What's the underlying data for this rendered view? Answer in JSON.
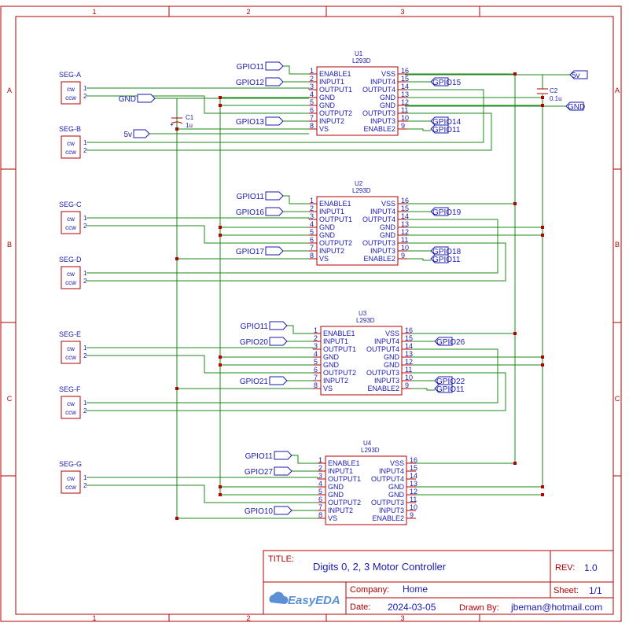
{
  "frame": {
    "col_labels": [
      "1",
      "2",
      "3"
    ],
    "row_labels": [
      "A",
      "B",
      "C"
    ]
  },
  "segments": [
    {
      "title": "SEG-A",
      "cw": "cw",
      "ccw": "ccw",
      "pin1": "1",
      "pin2": "2"
    },
    {
      "title": "SEG-B",
      "cw": "cw",
      "ccw": "ccw",
      "pin1": "1",
      "pin2": "2"
    },
    {
      "title": "SEG-C",
      "cw": "cw",
      "ccw": "ccw",
      "pin1": "1",
      "pin2": "2"
    },
    {
      "title": "SEG-D",
      "cw": "cw",
      "ccw": "ccw",
      "pin1": "1",
      "pin2": "2"
    },
    {
      "title": "SEG-E",
      "cw": "cw",
      "ccw": "ccw",
      "pin1": "1",
      "pin2": "2"
    },
    {
      "title": "SEG-F",
      "cw": "cw",
      "ccw": "ccw",
      "pin1": "1",
      "pin2": "2"
    },
    {
      "title": "SEG-G",
      "cw": "cw",
      "ccw": "ccw",
      "pin1": "1",
      "pin2": "2"
    }
  ],
  "chips": [
    {
      "ref": "U1",
      "part": "L293D",
      "left_pins": [
        {
          "n": "1",
          "name": "ENABLE1"
        },
        {
          "n": "2",
          "name": "INPUT1"
        },
        {
          "n": "3",
          "name": "OUTPUT1"
        },
        {
          "n": "4",
          "name": "GND"
        },
        {
          "n": "5",
          "name": "GND"
        },
        {
          "n": "6",
          "name": "OUTPUT2"
        },
        {
          "n": "7",
          "name": "INPUT2"
        },
        {
          "n": "8",
          "name": "VS"
        }
      ],
      "right_pins": [
        {
          "n": "16",
          "name": "VSS"
        },
        {
          "n": "15",
          "name": "INPUT4"
        },
        {
          "n": "14",
          "name": "OUTPUT4"
        },
        {
          "n": "13",
          "name": "GND"
        },
        {
          "n": "12",
          "name": "GND"
        },
        {
          "n": "11",
          "name": "OUTPUT3"
        },
        {
          "n": "10",
          "name": "INPUT3"
        },
        {
          "n": "9",
          "name": "ENABLE2"
        }
      ]
    },
    {
      "ref": "U2",
      "part": "L293D",
      "left_pins": [
        {
          "n": "1",
          "name": "ENABLE1"
        },
        {
          "n": "2",
          "name": "INPUT1"
        },
        {
          "n": "3",
          "name": "OUTPUT1"
        },
        {
          "n": "4",
          "name": "GND"
        },
        {
          "n": "5",
          "name": "GND"
        },
        {
          "n": "6",
          "name": "OUTPUT2"
        },
        {
          "n": "7",
          "name": "INPUT2"
        },
        {
          "n": "8",
          "name": "VS"
        }
      ],
      "right_pins": [
        {
          "n": "16",
          "name": "VSS"
        },
        {
          "n": "15",
          "name": "INPUT4"
        },
        {
          "n": "14",
          "name": "OUTPUT4"
        },
        {
          "n": "13",
          "name": "GND"
        },
        {
          "n": "12",
          "name": "GND"
        },
        {
          "n": "11",
          "name": "OUTPUT3"
        },
        {
          "n": "10",
          "name": "INPUT3"
        },
        {
          "n": "9",
          "name": "ENABLE2"
        }
      ]
    },
    {
      "ref": "U3",
      "part": "L293D",
      "left_pins": [
        {
          "n": "1",
          "name": "ENABLE1"
        },
        {
          "n": "2",
          "name": "INPUT1"
        },
        {
          "n": "3",
          "name": "OUTPUT1"
        },
        {
          "n": "4",
          "name": "GND"
        },
        {
          "n": "5",
          "name": "GND"
        },
        {
          "n": "6",
          "name": "OUTPUT2"
        },
        {
          "n": "7",
          "name": "INPUT2"
        },
        {
          "n": "8",
          "name": "VS"
        }
      ],
      "right_pins": [
        {
          "n": "16",
          "name": "VSS"
        },
        {
          "n": "15",
          "name": "INPUT4"
        },
        {
          "n": "14",
          "name": "OUTPUT4"
        },
        {
          "n": "13",
          "name": "GND"
        },
        {
          "n": "12",
          "name": "GND"
        },
        {
          "n": "11",
          "name": "OUTPUT3"
        },
        {
          "n": "10",
          "name": "INPUT3"
        },
        {
          "n": "9",
          "name": "ENABLE2"
        }
      ]
    },
    {
      "ref": "U4",
      "part": "L293D",
      "left_pins": [
        {
          "n": "1",
          "name": "ENABLE1"
        },
        {
          "n": "2",
          "name": "INPUT1"
        },
        {
          "n": "3",
          "name": "OUTPUT1"
        },
        {
          "n": "4",
          "name": "GND"
        },
        {
          "n": "5",
          "name": "GND"
        },
        {
          "n": "6",
          "name": "OUTPUT2"
        },
        {
          "n": "7",
          "name": "INPUT2"
        },
        {
          "n": "8",
          "name": "VS"
        }
      ],
      "right_pins": [
        {
          "n": "16",
          "name": "VSS"
        },
        {
          "n": "15",
          "name": "INPUT4"
        },
        {
          "n": "14",
          "name": "OUTPUT4"
        },
        {
          "n": "13",
          "name": "GND"
        },
        {
          "n": "12",
          "name": "GND"
        },
        {
          "n": "11",
          "name": "OUTPUT3"
        },
        {
          "n": "10",
          "name": "INPUT3"
        },
        {
          "n": "9",
          "name": "ENABLE2"
        }
      ]
    }
  ],
  "net_labels": {
    "u1": [
      "GPIO11",
      "GPIO12",
      "GPIO13",
      "GPIO15",
      "GPIO14",
      "GPIO11"
    ],
    "u2": [
      "GPIO11",
      "GPIO16",
      "GPIO17",
      "GPIO19",
      "GPIO18",
      "GPIO11"
    ],
    "u3": [
      "GPIO11",
      "GPIO20",
      "GPIO21",
      "GPIO26",
      "GPIO22",
      "GPIO11"
    ],
    "u4": [
      "GPIO11",
      "GPIO27",
      "GPIO10"
    ],
    "gnd_left": "GND",
    "v5_left": "5v",
    "v5_right": "5v",
    "gnd_right": "GND"
  },
  "capacitors": [
    {
      "ref": "C1",
      "value": "1u",
      "polarity": "+"
    },
    {
      "ref": "C2",
      "value": "0.1u"
    }
  ],
  "title_block": {
    "title_key": "TITLE:",
    "title": "Digits 0, 2, 3 Motor Controller",
    "rev_key": "REV:",
    "rev": "1.0",
    "company_key": "Company:",
    "company": "Home",
    "sheet_key": "Sheet:",
    "sheet": "1/1",
    "date_key": "Date:",
    "date": "2024-03-05",
    "drawn_key": "Drawn By:",
    "drawn": "jbeman@hotmail.com",
    "logo": "EasyEDA"
  },
  "colors": {
    "wire": "#1a8a1a",
    "frame": "#b00000",
    "symbol": "#b00000",
    "text": "#1a1ab0",
    "junction": "#b00000"
  }
}
